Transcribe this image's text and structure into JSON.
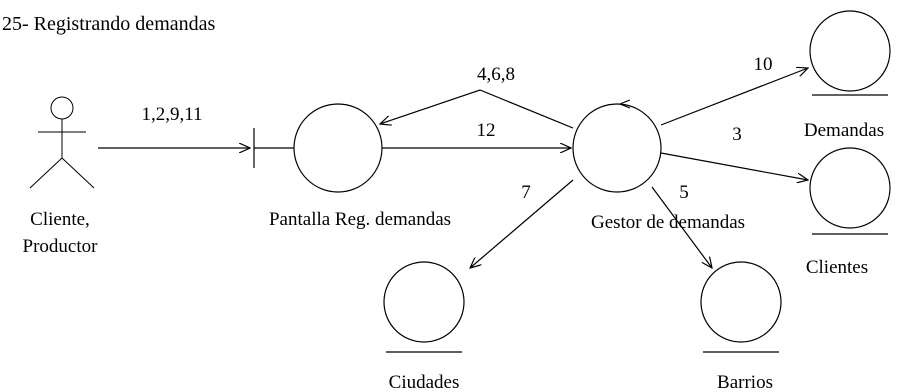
{
  "title": "25- Registrando demandas",
  "actor": {
    "label_line1": "Cliente,",
    "label_line2": "Productor"
  },
  "objects": {
    "boundary": "Pantalla Reg. demandas",
    "control": "Gestor de demandas",
    "entity_demandas": "Demandas",
    "entity_clientes": "Clientes",
    "entity_ciudades": "Ciudades",
    "entity_barrios": "Barrios"
  },
  "messages": {
    "actor_to_boundary": "1,2,9,11",
    "control_to_boundary": "4,6,8",
    "boundary_to_control": "12",
    "control_to_demandas": "10",
    "control_to_clientes": "3",
    "control_to_ciudades": "7",
    "control_to_barrios": "5"
  }
}
